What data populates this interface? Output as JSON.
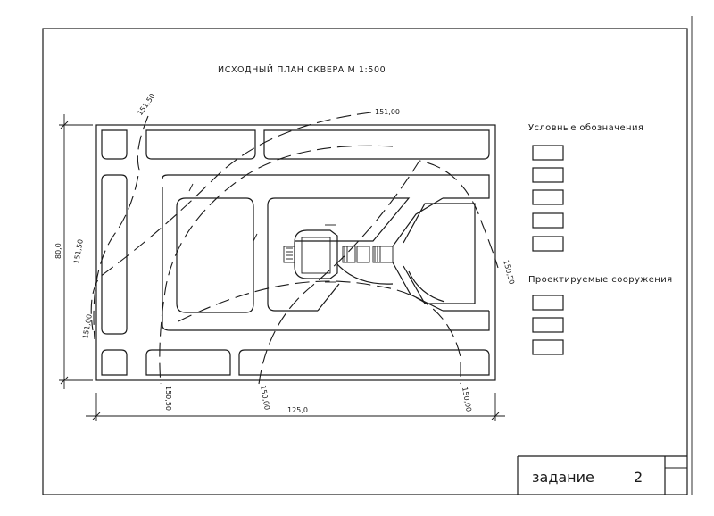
{
  "drawing": {
    "title": "ИСХОДНЫЙ ПЛАН СКВЕРА М 1:500"
  },
  "dimensions": {
    "width": "125,0",
    "height": "80,0"
  },
  "contours": {
    "c1": "151,50",
    "c2": "151,00",
    "c3": "151,50",
    "c4": "151,00",
    "c5": "150,50",
    "c6": "150,50",
    "c7": "150,00",
    "c8": "150,00"
  },
  "legend": {
    "title": "Условные обозначения",
    "box_count": 5
  },
  "projected": {
    "title": "Проектируемые сооружения",
    "box_count": 3
  },
  "title_block": {
    "label": "задание",
    "number": "2"
  }
}
